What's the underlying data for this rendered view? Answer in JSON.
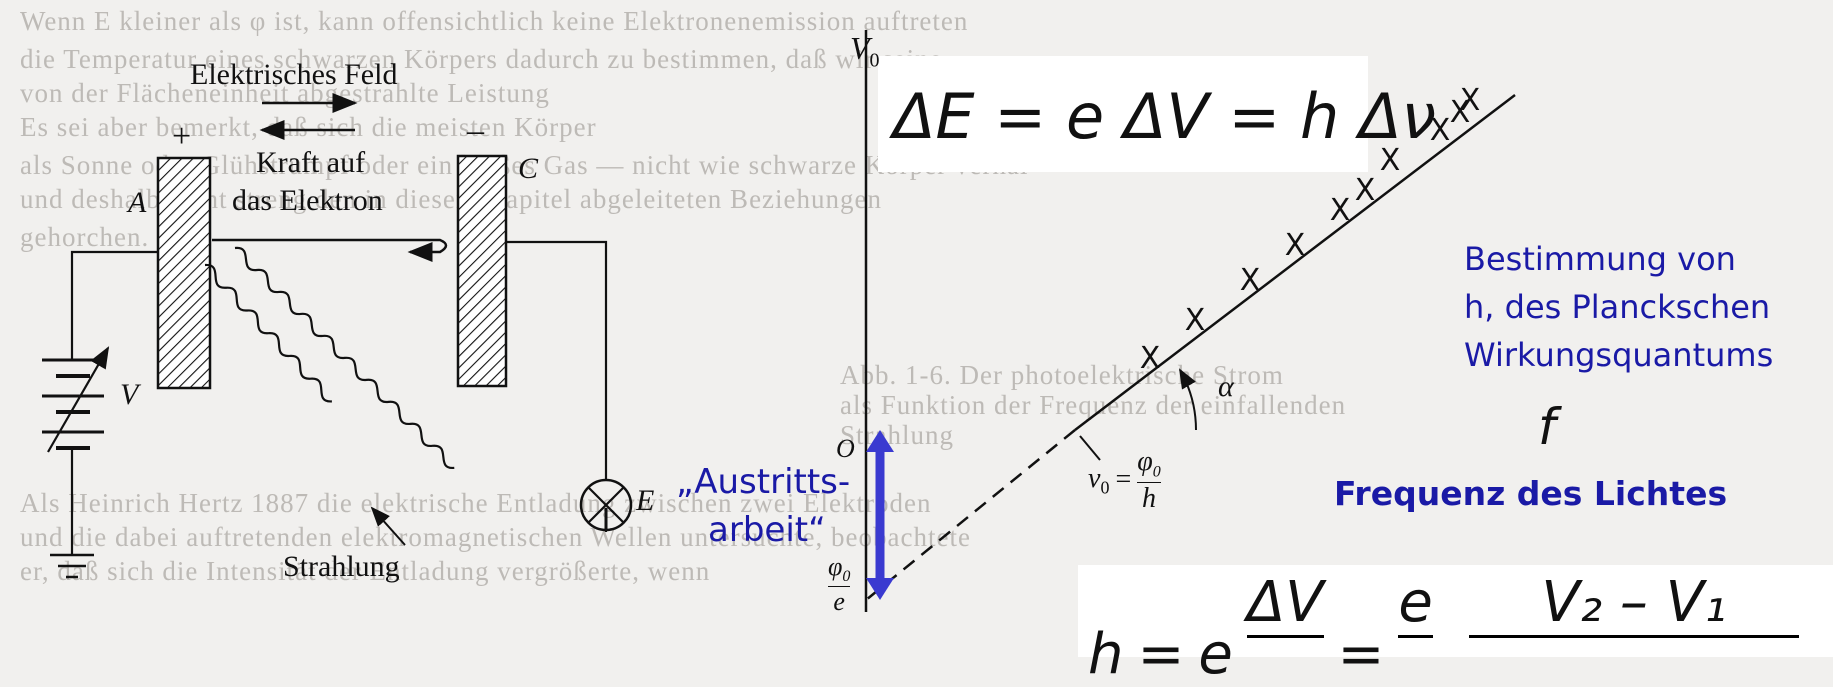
{
  "background_text": [
    "Wenn E kleiner als φ ist, kann offensichtlich keine Elektronenemission auftreten",
    "die Temperatur eines schwarzen Körpers dadurch zu bestimmen, daß wir seine",
    "von der Flächeneinheit abgestrahlte Leistung",
    "Es sei aber bemerkt, daß sich die meisten Körper",
    "als Sonne oder Glühstrumpf oder ein heißes Gas — nicht wie schwarze Körper verhal-",
    "und deshalb nicht streng den in diesem Kapitel abgeleiteten Beziehungen",
    "gehorchen.",
    "Abb. 1-6. Der photoelektrische Strom",
    "als Funktion der Frequenz der einfallenden",
    "Strahlung",
    "Als Heinrich Hertz 1887 die elektrische Entladung zwischen zwei Elektroden",
    "und die dabei auftretenden elektromagnetischen Wellen untersuchte, beobachtete",
    "er, daß sich die Intensität der Entladung vergrößerte, wenn"
  ],
  "apparatus": {
    "field_label": "Elektrisches Feld",
    "force_label_1": "Kraft auf",
    "force_label_2": "das Elektron",
    "plus": "+",
    "minus": "–",
    "anode": "A",
    "cathode": "C",
    "battery": "V",
    "meter": "E",
    "radiation": "Strahlung"
  },
  "graph": {
    "y_axis": "V",
    "y_axis_sub": "0",
    "origin": "O",
    "threshold_lhs": "ν",
    "threshold_sub": "0",
    "threshold_num": "φ",
    "threshold_num_sub": "0",
    "threshold_den": "h",
    "intercept_num": "φ",
    "intercept_num_sub": "0",
    "intercept_den": "e",
    "angle": "α",
    "marker": "X"
  },
  "eq1": {
    "text": "ΔE = e ΔV = h Δν"
  },
  "annotations": {
    "determination_1": "Bestimmung von",
    "determination_2": "h, des Planckschen",
    "determination_3": "Wirkungsquantums",
    "x_symbol": "f",
    "x_label": "Frequenz des Lichtes",
    "work_fn_1": "„Austritts-",
    "work_fn_2": "arbeit“"
  },
  "eq2": {
    "h": "h",
    "eq": "=",
    "e": "e",
    "num1": "ΔV",
    "num2": "e",
    "num3": "V₂ – V₁"
  },
  "colors": {
    "blue": "#1a1aa6",
    "arrow": "#3a3ad0"
  }
}
